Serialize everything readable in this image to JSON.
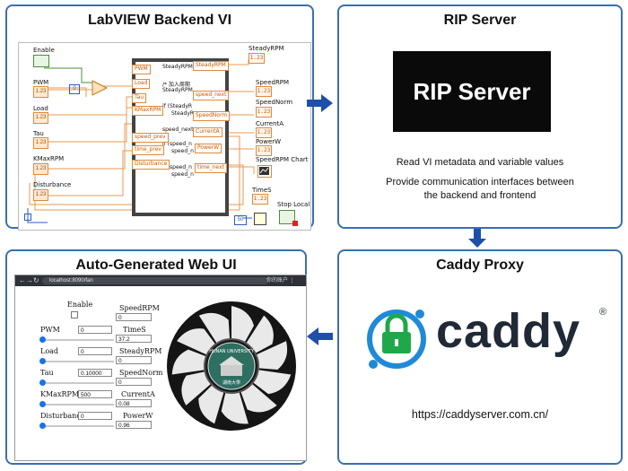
{
  "labview": {
    "title": "LabVIEW Backend VI",
    "controls": [
      "Enable",
      "PWM",
      "Load",
      "Tau",
      "KMaxRPM",
      "Disturbance"
    ],
    "indicators": [
      "SteadyRPM",
      "SpeedRPM",
      "SpeedNorm",
      "CurrentA",
      "PowerW",
      "SpeedRPM Chart",
      "TimeS",
      "Stop Local"
    ],
    "struct_labels": [
      "SteadyRPM",
      "/* 加入周期",
      "SteadyRPM",
      "if (SteadyR",
      "SteadyR",
      "speed_next",
      "if (speed_n",
      "speed_n",
      "if (speed_n",
      "speed_n"
    ],
    "left_nodes": [
      "PWM",
      "Load",
      "Tau",
      "KMaxRPM",
      "speed_prev",
      "time_prev",
      "Disturbance"
    ],
    "right_nodes": [
      "SteadyRPM",
      "speed_next",
      "SpeedNorm",
      "CurrentA",
      "PowerW",
      "time_next"
    ],
    "terminal_text": "1.23",
    "const_50": "50",
    "const_0": "0"
  },
  "rip": {
    "title": "RIP Server",
    "box_label": "RIP Server",
    "line1": "Read VI metadata and variable values",
    "line2": "Provide communication interfaces between",
    "line3": "the backend and frontend"
  },
  "caddy": {
    "title": "Caddy Proxy",
    "word": "caddy",
    "registered": "®",
    "url": "https://caddyserver.com.cn/"
  },
  "webui": {
    "title": "Auto-Generated Web UI",
    "url": "localhost:8090/fan",
    "toolbar_right": "你的账户 ⋮",
    "enable_label": "Enable",
    "pwm_label": "PWM",
    "pwm_value": "0",
    "pwm_fraction": 0.0,
    "load_label": "Load",
    "load_value": "0",
    "load_fraction": 0.0,
    "tau_label": "Tau",
    "tau_value": "0.10000",
    "tau_fraction": 0.0,
    "kmax_label": "KMaxRPM",
    "kmax_value": "500",
    "kmax_fraction": 0.0,
    "dist_label": "Disturbance",
    "dist_value": "0",
    "dist_fraction": 0.0,
    "speedrpm_label": "SpeedRPM",
    "speedrpm_value": "0",
    "times_label": "TimeS",
    "times_value": "37.2",
    "steady_label": "SteadyRPM",
    "steady_value": "0",
    "speednorm_label": "SpeedNorm",
    "speednorm_value": "0",
    "current_label": "CurrentA",
    "current_value": "0.08",
    "power_label": "PowerW",
    "power_value": "0.96",
    "fan_badge": "HUNAN UNIVERSITY",
    "fan_badge_cn": "湖南大學"
  },
  "colors": {
    "border": "#3a6fb0",
    "arrow": "#1f4fa8",
    "lv_orange": "#e08a3a",
    "caddy_green": "#1fa84a",
    "caddy_blue": "#1f8ad8"
  }
}
